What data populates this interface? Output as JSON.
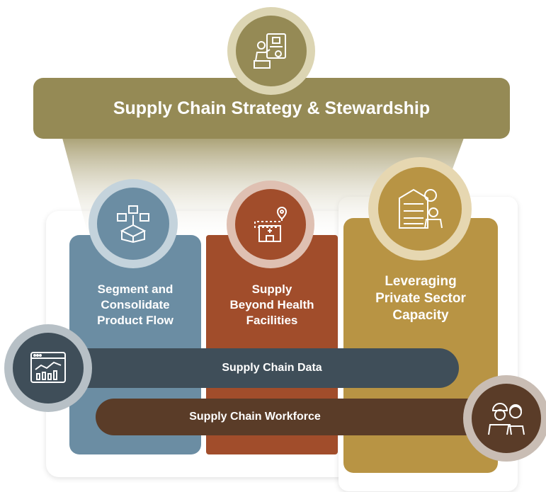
{
  "top_bar": {
    "label": "Supply Chain Strategy & Stewardship"
  },
  "pillars": [
    {
      "label_line1": "Segment and",
      "label_line2": "Consolidate",
      "label_line3": "Product Flow"
    },
    {
      "label_line1": "Supply",
      "label_line2": "Beyond Health",
      "label_line3": "Facilities"
    },
    {
      "label_line1": "Leveraging",
      "label_line2": "Private Sector",
      "label_line3": "Capacity"
    }
  ],
  "data_bar": {
    "label": "Supply Chain Data"
  },
  "workforce_bar": {
    "label": "Supply Chain Workforce"
  },
  "colors": {
    "olive": "#958a55",
    "steel_blue": "#6b8da3",
    "rust": "#a14d2b",
    "gold": "#b89444",
    "slate": "#3f4e59",
    "brown": "#5a3c28"
  },
  "icons": [
    "strategy-presenter-icon",
    "boxes-consolidate-icon",
    "facility-route-icon",
    "warehouse-worker-icon",
    "analytics-dashboard-icon",
    "workers-team-icon"
  ]
}
